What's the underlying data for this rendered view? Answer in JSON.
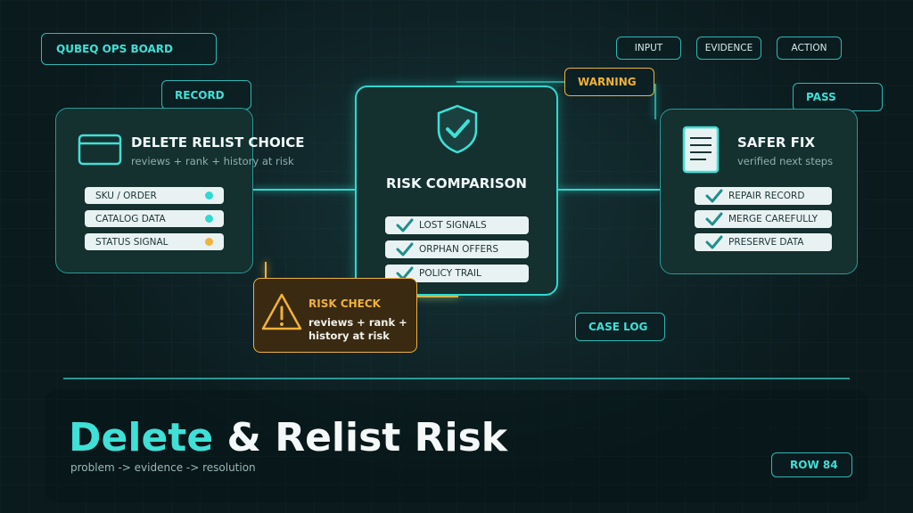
{
  "top_tags": {
    "board": "QUBEQ OPS BOARD",
    "record": "RECORD",
    "warning": "WARNING",
    "pass": "PASS",
    "case_log": "CASE LOG",
    "row": "ROW 84"
  },
  "steps": [
    "INPUT",
    "EVIDENCE",
    "ACTION"
  ],
  "left_card": {
    "title": "DELETE RELIST CHOICE",
    "subtitle": "reviews + rank + history at risk",
    "icon": "window-icon",
    "items": [
      {
        "label": "SKU / ORDER",
        "status_color": "#2fd9d0"
      },
      {
        "label": "CATALOG DATA",
        "status_color": "#2fd9d0"
      },
      {
        "label": "STATUS SIGNAL",
        "status_color": "#f0b23a"
      }
    ]
  },
  "center_card": {
    "title": "RISK COMPARISON",
    "icon": "shield-check-icon",
    "items": [
      "LOST SIGNALS",
      "ORPHAN OFFERS",
      "POLICY TRAIL"
    ]
  },
  "right_card": {
    "title": "SAFER FIX",
    "subtitle": "verified next steps",
    "icon": "document-icon",
    "items": [
      "REPAIR RECORD",
      "MERGE CAREFULLY",
      "PRESERVE DATA"
    ]
  },
  "risk_check": {
    "title": "RISK CHECK",
    "line1": "reviews + rank +",
    "line2": "history at risk",
    "icon": "warning-triangle-icon"
  },
  "footer": {
    "title_accent": "Delete",
    "title_rest": "& Relist Risk",
    "subtitle": "problem -> evidence -> resolution"
  },
  "colors": {
    "accent": "#2fd9d0",
    "warning": "#f0b23a",
    "background": "#0b1a1d"
  }
}
